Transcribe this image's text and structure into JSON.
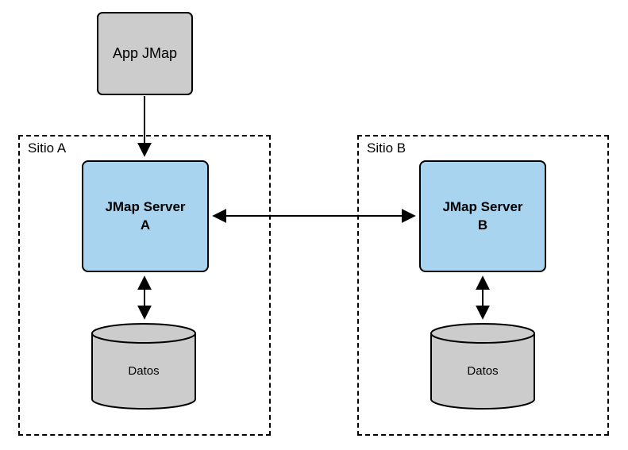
{
  "diagram": {
    "type": "architecture-diagram",
    "groups": {
      "sitio_a": {
        "label": "Sitio A"
      },
      "sitio_b": {
        "label": "Sitio B"
      }
    },
    "nodes": {
      "app_jmap": {
        "label": "App JMap",
        "shape": "rounded-rect",
        "fill": "#CCCCCC"
      },
      "server_a": {
        "label": "JMap Server\nA",
        "shape": "rounded-rect",
        "fill": "#A8D4F0",
        "group": "Sitio A"
      },
      "server_b": {
        "label": "JMap Server\nB",
        "shape": "rounded-rect",
        "fill": "#A8D4F0",
        "group": "Sitio B"
      },
      "datos_a": {
        "label": "Datos",
        "shape": "cylinder",
        "fill": "#CCCCCC",
        "group": "Sitio A"
      },
      "datos_b": {
        "label": "Datos",
        "shape": "cylinder",
        "fill": "#CCCCCC",
        "group": "Sitio B"
      }
    },
    "edges": [
      {
        "from": "App JMap",
        "to": "JMap Server A",
        "arrows": "one-way"
      },
      {
        "from": "JMap Server A",
        "to": "JMap Server B",
        "arrows": "two-way"
      },
      {
        "from": "JMap Server A",
        "to": "Datos (Sitio A)",
        "arrows": "two-way"
      },
      {
        "from": "JMap Server B",
        "to": "Datos (Sitio B)",
        "arrows": "two-way"
      }
    ],
    "colors": {
      "node_blue": "#A8D4F0",
      "node_gray": "#CCCCCC",
      "stroke": "#000000"
    }
  }
}
